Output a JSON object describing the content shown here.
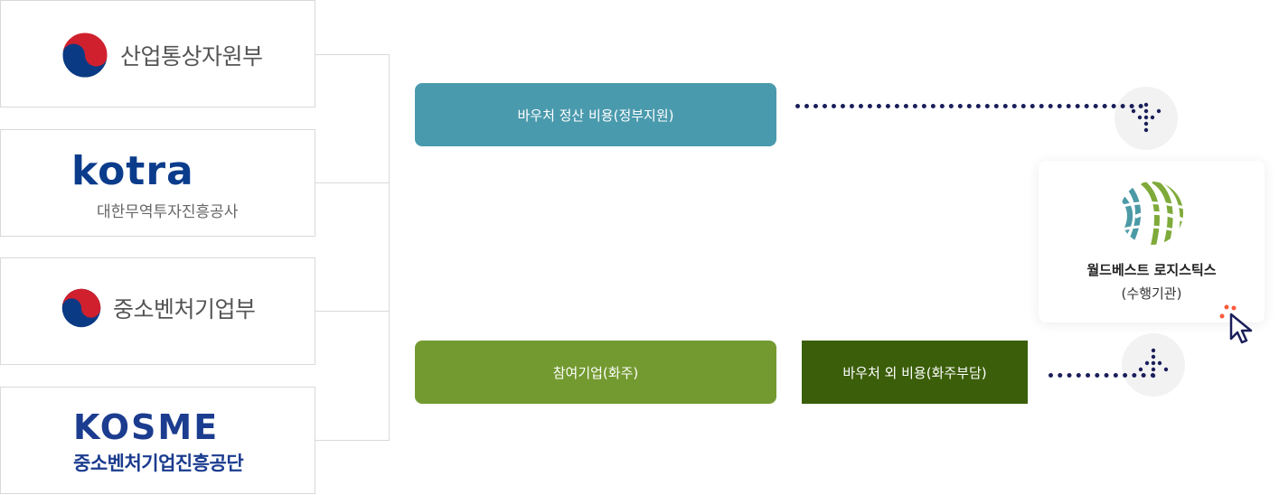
{
  "organizations": {
    "motie": {
      "name": "산업통상자원부",
      "logo_icon": "taegeuk-icon"
    },
    "kotra": {
      "wordmark": "kotra",
      "subtitle": "대한무역투자진흥공사"
    },
    "mss": {
      "name": "중소벤처기업부",
      "logo_icon": "taegeuk-icon"
    },
    "kosme": {
      "wordmark": "KOSME",
      "subtitle": "중소벤처기업진흥공단"
    }
  },
  "flows": {
    "voucher_settlement": "바우처 정산 비용(정부지원)",
    "participant": "참여기업(화주)",
    "voucher_extra_cost": "바우처 외 비용(화주부담)"
  },
  "executor": {
    "name": "월드베스트 로지스틱스",
    "role": "(수행기관)",
    "logo_icon": "globe-logo-icon"
  },
  "colors": {
    "settlement": "#4a9aad",
    "participant": "#739a30",
    "extra": "#3b5e0a",
    "dots": "#1a1f5a",
    "navy": "#1b3c8f"
  }
}
